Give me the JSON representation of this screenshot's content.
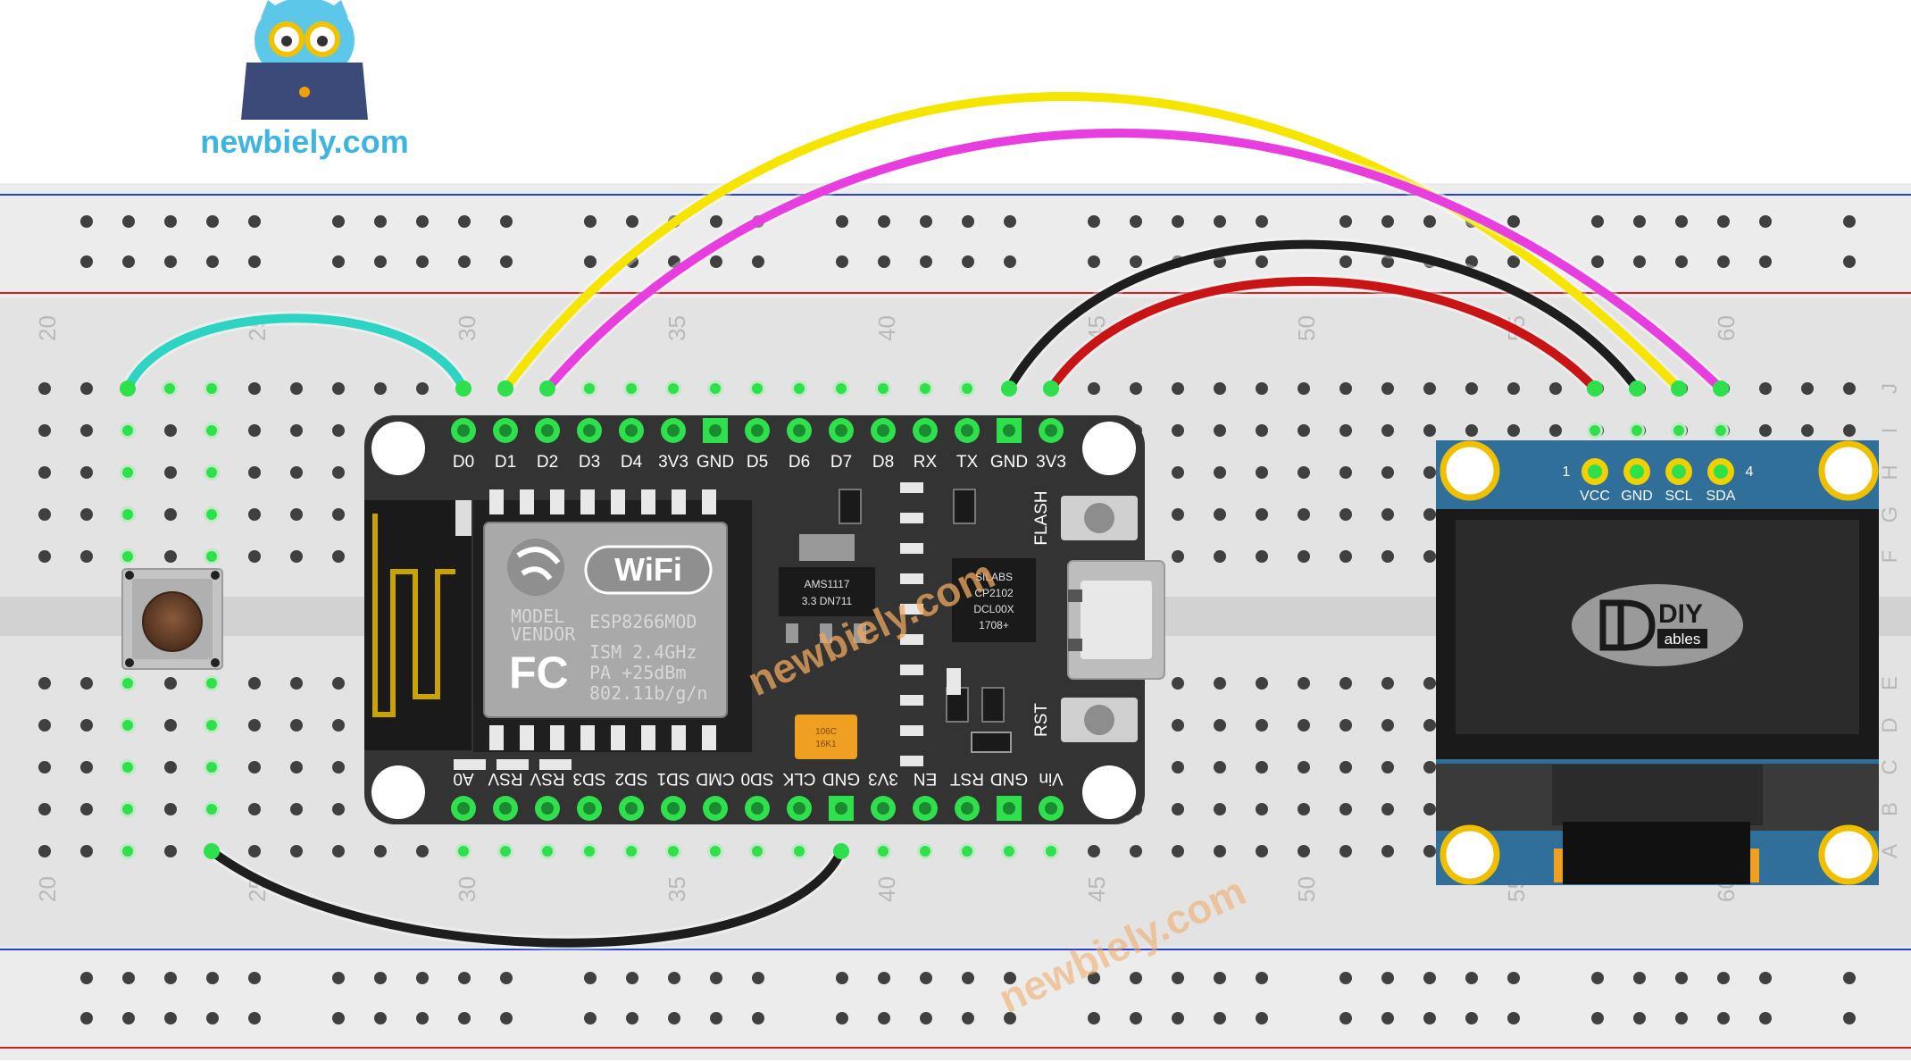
{
  "logo": {
    "text": "newbiely.com"
  },
  "watermark": {
    "text": "newbiely.com"
  },
  "breadboard": {
    "row_numbers_top": [
      "20",
      "25",
      "30",
      "35",
      "40",
      "45",
      "50",
      "55",
      "60"
    ],
    "row_numbers_bottom": [
      "20",
      "25",
      "30",
      "35",
      "40",
      "45",
      "50",
      "55",
      "60"
    ],
    "column_letters_right": [
      "J",
      "I",
      "H",
      "G",
      "F",
      "E",
      "D",
      "C",
      "B",
      "A"
    ]
  },
  "esp8266": {
    "top_pins": [
      "D0",
      "D1",
      "D2",
      "D3",
      "D4",
      "3V3",
      "GND",
      "D5",
      "D6",
      "D7",
      "D8",
      "RX",
      "TX",
      "GND",
      "3V3"
    ],
    "bottom_pins": [
      "A0",
      "RSV",
      "RSV",
      "SD3",
      "SD2",
      "SD1",
      "CMD",
      "SD0",
      "CLK",
      "GND",
      "3V3",
      "EN",
      "RST",
      "GND",
      "Vin"
    ],
    "flash_label": "FLASH",
    "rst_label": "RST",
    "module": {
      "wifi": "WiFi",
      "model": "MODEL",
      "vendor": "VENDOR",
      "part": "ESP8266MOD",
      "ism": "ISM 2.4GHz",
      "pa": "PA  +25dBm",
      "std": "802.11b/g/n",
      "fc": "FC"
    },
    "regulator": {
      "line1": "AMS1117",
      "line2": "3.3  DN711"
    },
    "usb_chip": {
      "line1": "SILABS",
      "line2": "CP2102",
      "line3": "DCL00X",
      "line4": "1708+"
    },
    "cap": {
      "line1": "106C",
      "line2": "16K1"
    }
  },
  "oled": {
    "pin_labels": [
      "VCC",
      "GND",
      "SCL",
      "SDA"
    ],
    "pin_index_first": "1",
    "pin_index_last": "4",
    "screen_logo_big": "DIY",
    "screen_logo_small": "ables"
  },
  "colors": {
    "wire_cyan": "#2dd4c4",
    "wire_yellow": "#f5e500",
    "wire_magenta": "#e83ee0",
    "wire_black": "#1e1e1e",
    "wire_red": "#c81414",
    "rail_blue": "#2a3fd6",
    "rail_red": "#d42020",
    "board": "#333333",
    "pin_green": "#2ee04c",
    "oled_pcb": "#2f6f9a"
  }
}
